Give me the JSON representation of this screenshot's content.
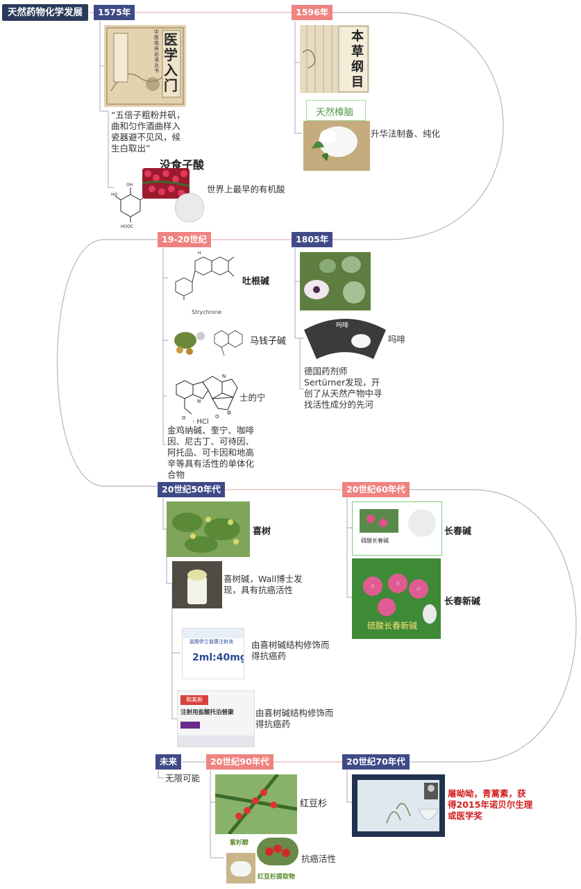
{
  "title": "天然药物化学发展",
  "timeline": {
    "t1575": {
      "label": "1575年",
      "quote": "“五倍子粗粉并矾，曲和匀作酒曲样入瓷器避不见风，候生白取出”",
      "book_title": "医学入门",
      "book_subtitle": "中医临床必读丛书",
      "compound": "没食子酸",
      "note": "世界上最早的有机酸"
    },
    "t1596": {
      "label": "1596年",
      "book_title": "本草纲目",
      "camphor": "天然樟脑",
      "note": "升华法制备、纯化"
    },
    "t1805": {
      "label": "1805年",
      "morphine_label": "吗啡",
      "fan_title": "吗啡",
      "note": "德国药剂师Sertürner发现，开创了从天然产物中寻找活性成分的先河"
    },
    "c19_20": {
      "label": "19-20世纪",
      "emetine": "吐根碱",
      "strychnine_en": "Strychnine",
      "strychnine": "马钱子碱",
      "quinine_frag": "士的宁",
      "hcl": "· HCl",
      "note": "金鸡纳碱、奎宁、咖啡因、尼古丁、可待因、阿托品、可卡因和地高辛等具有活性的单体化合物"
    },
    "c1950s": {
      "label": "20世纪50年代",
      "tree": "喜树",
      "camptothecin": "喜树碱，Wall博士发现，具有抗癌活性",
      "irinotecan_note": "由喜树碱结构修饰而得抗癌药",
      "irinotecan_box": "盐酸伊立替康注射液",
      "irinotecan_dose": "2ml:40mg",
      "topotecan_note": "由喜树碱结构修饰而得抗癌药",
      "topotecan_box": "注射用盐酸托泊替康",
      "topotecan_brand": "和美新"
    },
    "c1960s": {
      "label": "20世纪60年代",
      "vinblastine": "长春碱",
      "vinblastine_caption": "硫酸长春碱",
      "vincristine": "长春新碱",
      "vincristine_caption": "硫酸长春新碱"
    },
    "c1970s": {
      "label": "20世纪70年代",
      "note": "屠呦呦，青蒿素，获得2015年诺贝尔生理或医学奖"
    },
    "c1990s": {
      "label": "20世纪90年代",
      "yew": "红豆杉",
      "taxol_caption": "紫杉醇",
      "extract_caption": "红豆杉提取物",
      "note": "抗癌活性"
    },
    "future": {
      "label": "未来",
      "note": "无限可能"
    }
  },
  "colors": {
    "navy": "#3f4a86",
    "pink": "#ef8380",
    "red_text": "#d21f1f",
    "connector": "#a9a4b5"
  }
}
